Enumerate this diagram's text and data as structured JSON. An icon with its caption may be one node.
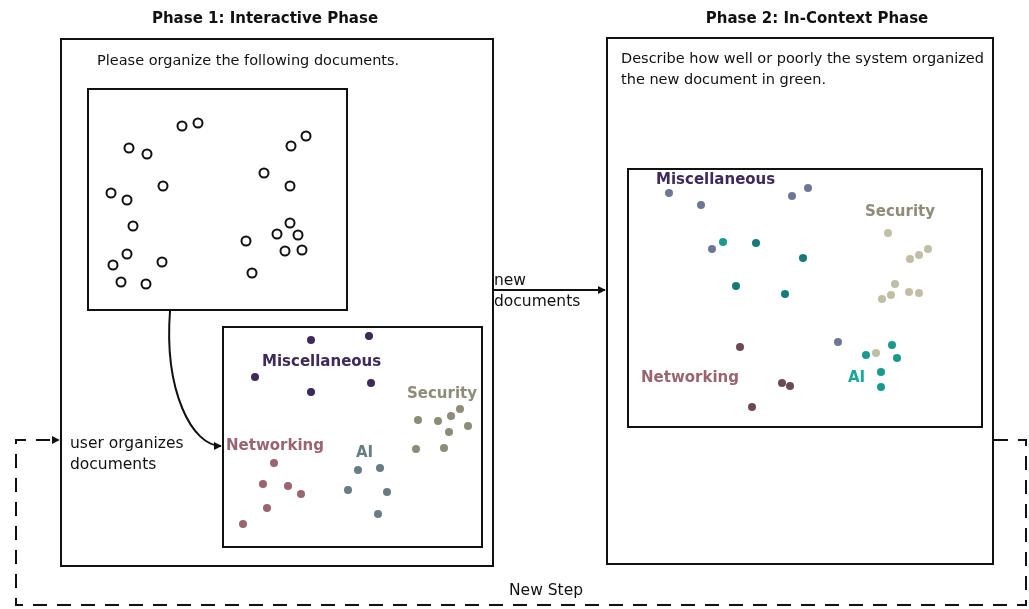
{
  "diagram": {
    "nodes": [
      {
        "text": [
          "Phase 1: Interactive Phase",
          "Please organize the following documents."
        ]
      },
      {
        "text": [],
        "shape": "box",
        "in": 0
      },
      {
        "text": [
          "Miscellaneous",
          "Security",
          "Networking",
          "AI"
        ],
        "in": 0
      },
      {
        "text": [
          "Phase 2: In-Context Phase",
          "Describe how well or poorly the system organized the new document in green."
        ]
      },
      {
        "text": [
          "Miscellaneous",
          "Security",
          "Networking",
          "AI"
        ],
        "in": 3
      }
    ],
    "edges": [
      {
        "from": 1,
        "to": 2,
        "arrow": "to",
        "label": "user organizes documents"
      },
      {
        "from": 0,
        "to": 3,
        "arrow": "to",
        "label": "new documents"
      },
      {
        "from": 3,
        "to": 0,
        "arrow": "to",
        "label": "New Step",
        "style": "dashed"
      }
    ]
  }
}
